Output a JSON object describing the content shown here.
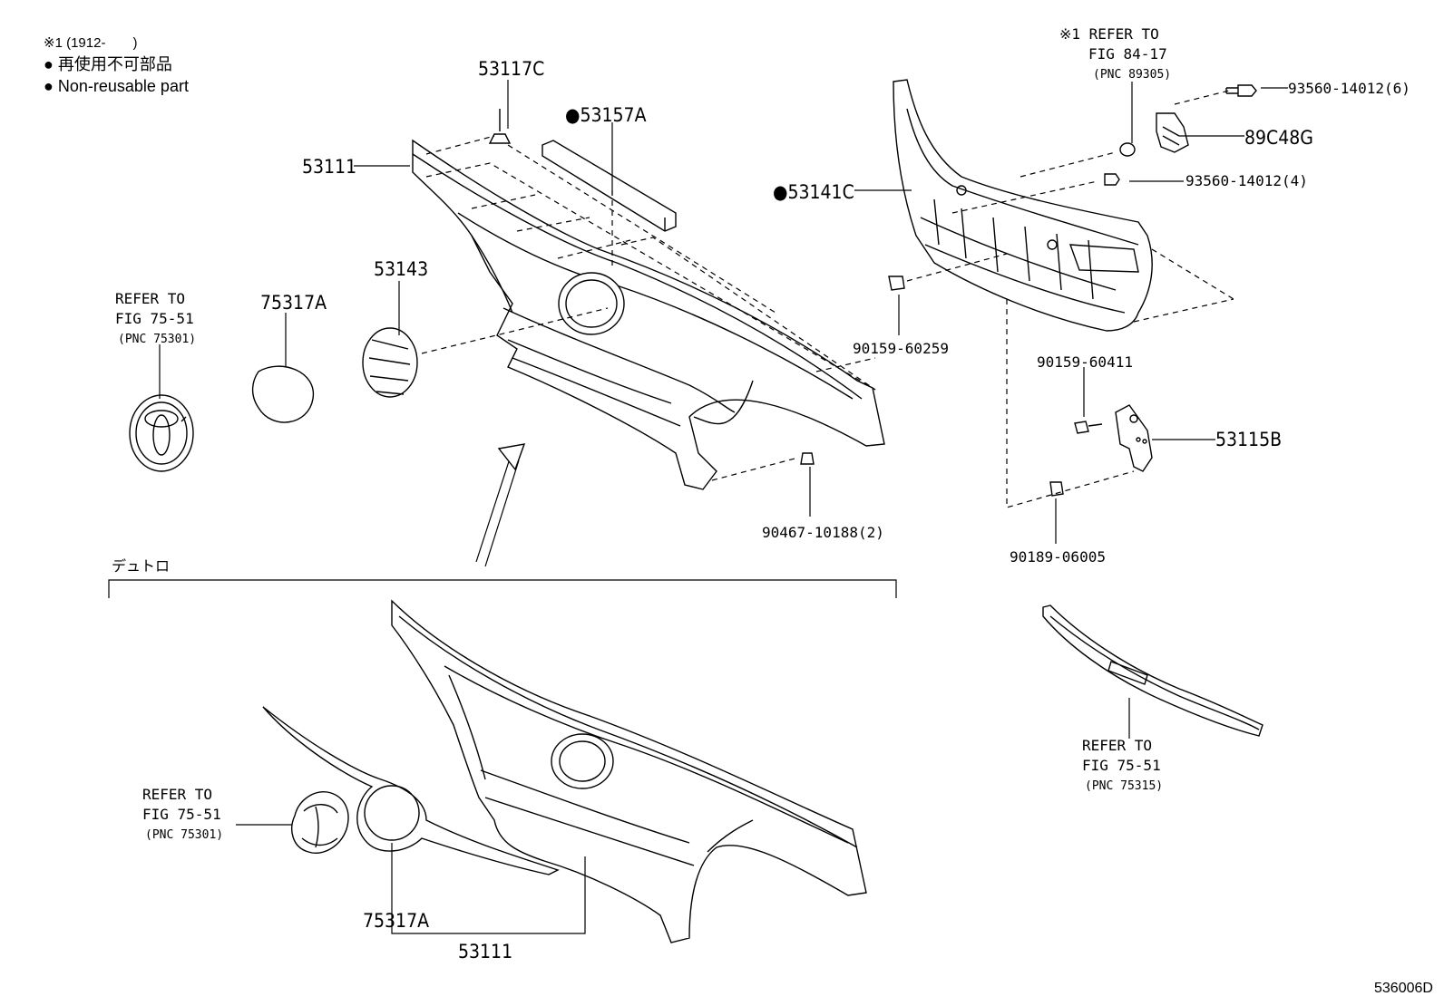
{
  "legend": {
    "note_mark": "※1 (1912-　　)",
    "non_reusable_jp": "● 再使用不可部品",
    "non_reusable_en": "● Non-reusable part"
  },
  "labels": {
    "p53117C": "53117C",
    "p53157A": "●53157A",
    "p53111_top": "53111",
    "p53143": "53143",
    "p75317A_top": "75317A",
    "p53141C": "●53141C",
    "p93560_6": "93560-14012(6)",
    "p89C48G": "89C48G",
    "p93560_4": "93560-14012(4)",
    "p90159_60259": "90159-60259",
    "p90159_60411": "90159-60411",
    "p53115B": "53115B",
    "p90467": "90467-10188(2)",
    "p90189": "90189-06005",
    "p75317A_bottom": "75317A",
    "p53111_bottom": "53111",
    "diagram_id": "536006D"
  },
  "refs": {
    "ref1": {
      "line1": "REFER TO",
      "line2": "FIG 75-51",
      "line3": "(PNC 75301)"
    },
    "ref2": {
      "line1": "※1 REFER TO",
      "line2": "FIG 84-17",
      "line3": "(PNC 89305)"
    },
    "ref3": {
      "line1": "REFER TO",
      "line2": "FIG 75-51",
      "line3": "(PNC 75301)"
    },
    "ref4": {
      "line1": "REFER TO",
      "line2": "FIG 75-51",
      "line3": "(PNC 75315)"
    }
  },
  "section_label": "デュトロ"
}
